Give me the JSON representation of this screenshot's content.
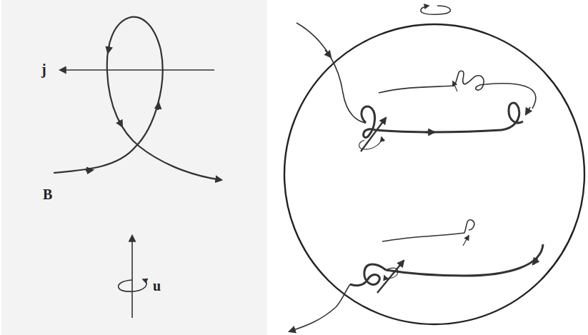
{
  "diagram": {
    "labels": [
      "j",
      "B",
      "u"
    ]
  }
}
